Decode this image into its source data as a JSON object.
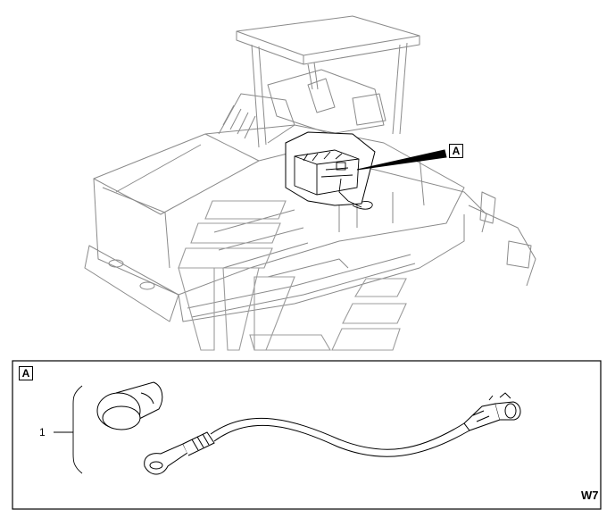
{
  "callout_main": "A",
  "callout_detail": "A",
  "part_number": "1",
  "sheet_code": "W7"
}
